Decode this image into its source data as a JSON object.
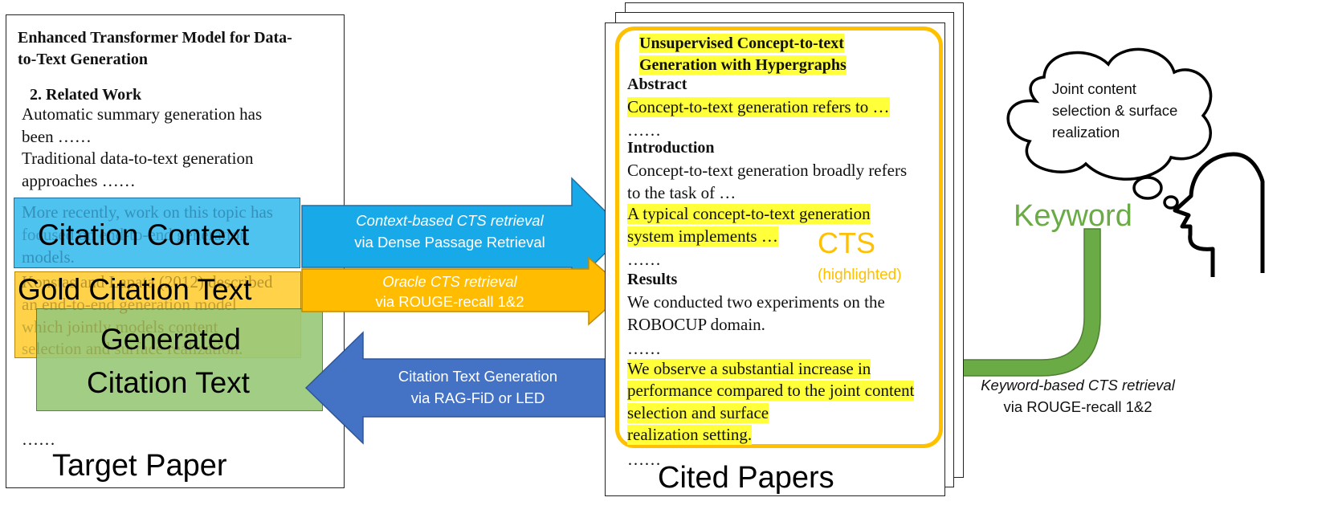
{
  "target_paper": {
    "title_line1": "Enhanced Transformer Model for Data-",
    "title_line2": "to-Text Generation",
    "section": "2. Related Work",
    "lines": [
      "Automatic summary generation has",
      "been ……",
      "Traditional data-to-text generation",
      "approaches ……"
    ],
    "overlay_lines": [
      "More recently, work on this topic has",
      "focused on end-to-end generation",
      "models.",
      "Konstas and Lapata (2012) described",
      "an end-to-end generation model",
      "which jointly models content",
      "selection and surface realization."
    ],
    "ellipsis": "……",
    "label": "Target Paper"
  },
  "boxes": {
    "citation_context": "Citation Context",
    "gold_citation_text": "Gold Citation Text",
    "generated_line1": "Generated",
    "generated_line2": "Citation Text"
  },
  "arrows": {
    "context": {
      "line1": "Context-based CTS retrieval",
      "line2": "via Dense Passage Retrieval"
    },
    "oracle": {
      "line1": "Oracle CTS retrieval",
      "line2": "via ROUGE-recall 1&2"
    },
    "generation": {
      "line1": "Citation Text Generation",
      "line2": "via RAG-FiD or LED"
    }
  },
  "cited_paper": {
    "title_line1": "Unsupervised Concept-to-text",
    "title_line2": "Generation with Hypergraphs",
    "abstract_heading": "Abstract",
    "abstract_line": "Concept-to-text generation refers to …",
    "ellipsis": "……",
    "intro_heading": "Introduction",
    "intro_line1": "Concept-to-text generation broadly refers",
    "intro_line2": "to the task of …",
    "intro_hl1": "A typical concept-to-text generation",
    "intro_hl2": "system implements …",
    "results_heading": "Results",
    "results_line1": "We conducted two experiments on the",
    "results_line2": "ROBOCUP domain.",
    "results_hl1": "We observe a substantial increase in",
    "results_hl2": "performance compared to the joint content",
    "results_hl3": "selection and surface",
    "results_hl4": "realization setting.",
    "label": "Cited Papers"
  },
  "cts": {
    "label": "CTS",
    "sublabel": "(highlighted)"
  },
  "keyword": {
    "thought_line1": "Joint content",
    "thought_line2": "selection & surface",
    "thought_line3": "realization",
    "label": "Keyword",
    "retrieval_line1": "Keyword-based CTS retrieval",
    "retrieval_line2": "via ROUGE-recall 1&2"
  },
  "colors": {
    "cyan": "#4ec3f0",
    "cyan_arrow": "#18aae8",
    "orange": "#ffd24a",
    "orange_arrow": "#ffbc00",
    "green": "#9bc97a",
    "blue_arrow": "#4472c4",
    "keyword_green": "#6aab46",
    "cts_orange": "#ffc000",
    "highlight": "#ffff3a"
  }
}
